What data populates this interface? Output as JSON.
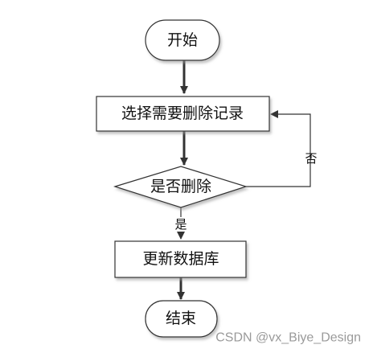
{
  "nodes": {
    "start": "开始",
    "select": "选择需要删除记录",
    "decision": "是否删除",
    "update": "更新数据库",
    "end": "结束"
  },
  "edges": {
    "yes": "是",
    "no": "否"
  },
  "watermark": "CSDN @vx_Biye_Design",
  "colors": {
    "line": "#333333",
    "box_fill": "#ffffff",
    "watermark": "#9a9a9a"
  }
}
